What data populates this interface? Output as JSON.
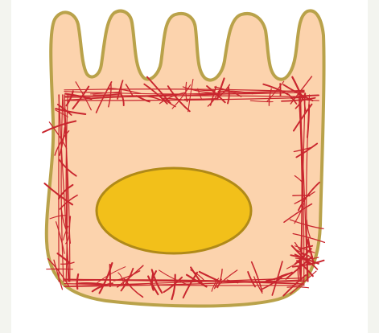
{
  "diagram": {
    "subject": "cell-illustration",
    "colors": {
      "page_background": "#f3f4ef",
      "panel": "#ffffff",
      "cytoplasm": "#fcd3ad",
      "membrane": "#b9a24a",
      "nucleus_fill": "#f2c01a",
      "nucleus_outline": "#b08a18",
      "filaments": "#c9262e"
    },
    "parts": [
      "microvilli",
      "cell-body",
      "filament-network",
      "nucleus"
    ]
  }
}
